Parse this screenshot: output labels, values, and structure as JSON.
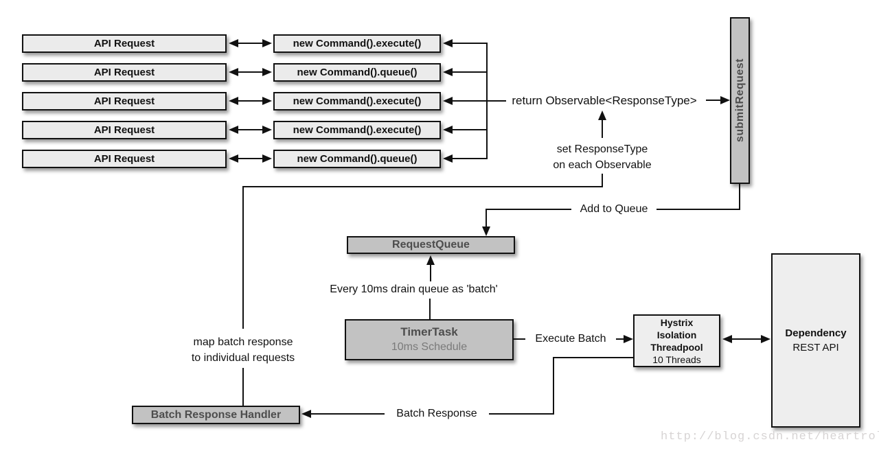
{
  "diagram": {
    "rows": [
      {
        "left": "API Request",
        "command": "new Command().execute()"
      },
      {
        "left": "API Request",
        "command": "new Command().queue()"
      },
      {
        "left": "API Request",
        "command": "new Command().execute()"
      },
      {
        "left": "API Request",
        "command": "new Command().execute()"
      },
      {
        "left": "API Request",
        "command": "new Command().queue()"
      }
    ],
    "nodes": {
      "submit_request": "submitRequest",
      "request_queue": "RequestQueue",
      "timer_task_title": "TimerTask",
      "timer_task_sub": "10ms Schedule",
      "hystrix_line1": "Hystrix",
      "hystrix_line2": "Isolation",
      "hystrix_line3": "Threadpool",
      "hystrix_sub": "10 Threads",
      "dependency_title": "Dependency",
      "dependency_sub": "REST API",
      "batch_response_handler": "Batch Response Handler"
    },
    "labels": {
      "return_observable": "return Observable<ResponseType>",
      "set_response_type_1": "set ResponseType",
      "set_response_type_2": "on each Observable",
      "add_to_queue": "Add to Queue",
      "every_10ms": "Every 10ms drain queue as 'batch'",
      "execute_batch": "Execute Batch",
      "batch_response": "Batch Response",
      "map_batch_1": "map batch response",
      "map_batch_2": "to individual requests"
    },
    "watermark": "http://blog.csdn.net/heartroll",
    "colors": {
      "line": "#111111",
      "box_light": "#ebebeb",
      "box_gray": "#c2c2c2",
      "gray_text": "#4d4d4d",
      "watermark": "#d7d4d4"
    }
  }
}
